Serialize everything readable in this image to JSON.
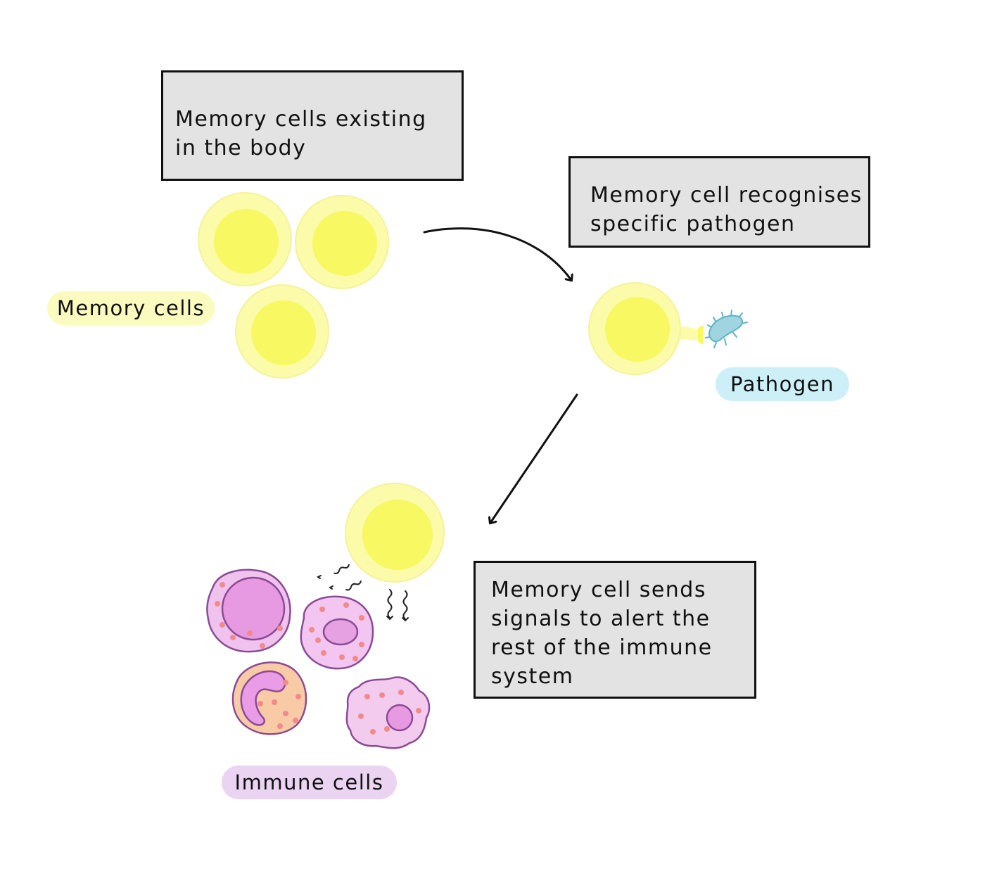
{
  "captions": {
    "step1": [
      "Memory cells existing",
      "in the body"
    ],
    "step2": [
      "Memory cell recognises",
      "specific pathogen"
    ],
    "step3": [
      "Memory cell sends",
      "signals to alert the",
      "rest of the immune",
      "system"
    ]
  },
  "labels": {
    "memory_cells": "Memory cells",
    "pathogen": "Pathogen",
    "immune_cells": "Immune cells"
  },
  "colors": {
    "memory_outer": "#fbfbaa",
    "memory_inner": "#f8f862",
    "memory_pill": "#fbfbbf",
    "pathogen_pill": "#cdf0f8",
    "pathogen_body": "#9fd4e0",
    "immune_pill": "#ead4f2",
    "caption_box": "#e3e3e3"
  }
}
